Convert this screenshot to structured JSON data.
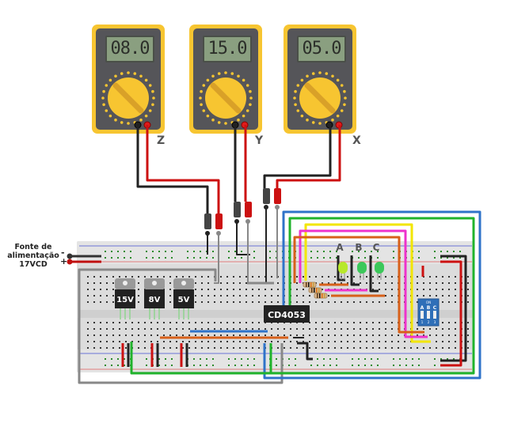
{
  "title": "CD4053 analog multiplexer breadboard circuit with three multimeters",
  "multimeters": [
    {
      "id": "Z",
      "display": "08.0",
      "label": "Z"
    },
    {
      "id": "Y",
      "display": "15.0",
      "label": "Y"
    },
    {
      "id": "X",
      "display": "05.0",
      "label": "X"
    }
  ],
  "power_supply": {
    "label_line1": "Fonte de",
    "label_line2": "alimentação",
    "label_line3": "17VCD",
    "negative": "-",
    "positive": "+"
  },
  "regulators": [
    {
      "label": "15V"
    },
    {
      "label": "8V"
    },
    {
      "label": "5V"
    }
  ],
  "ic": {
    "label": "CD4053"
  },
  "leds": [
    {
      "label": "A",
      "color": "#b8e82a"
    },
    {
      "label": "B",
      "color": "#3cc85a"
    },
    {
      "label": "C",
      "color": "#3cc85a"
    }
  ],
  "dip_switch": {
    "header": "ON",
    "switch_labels": [
      "A",
      "B",
      "C"
    ],
    "numbers": [
      "1",
      "2",
      "3"
    ],
    "color": "#2f6fb8"
  },
  "wire_colors": {
    "red": "#cc1111",
    "black": "#222222",
    "gray": "#888888",
    "blue": "#2f73c9",
    "green": "#20b32c",
    "yellow": "#f2e600",
    "magenta": "#ee33cc",
    "orange": "#d7601a"
  }
}
